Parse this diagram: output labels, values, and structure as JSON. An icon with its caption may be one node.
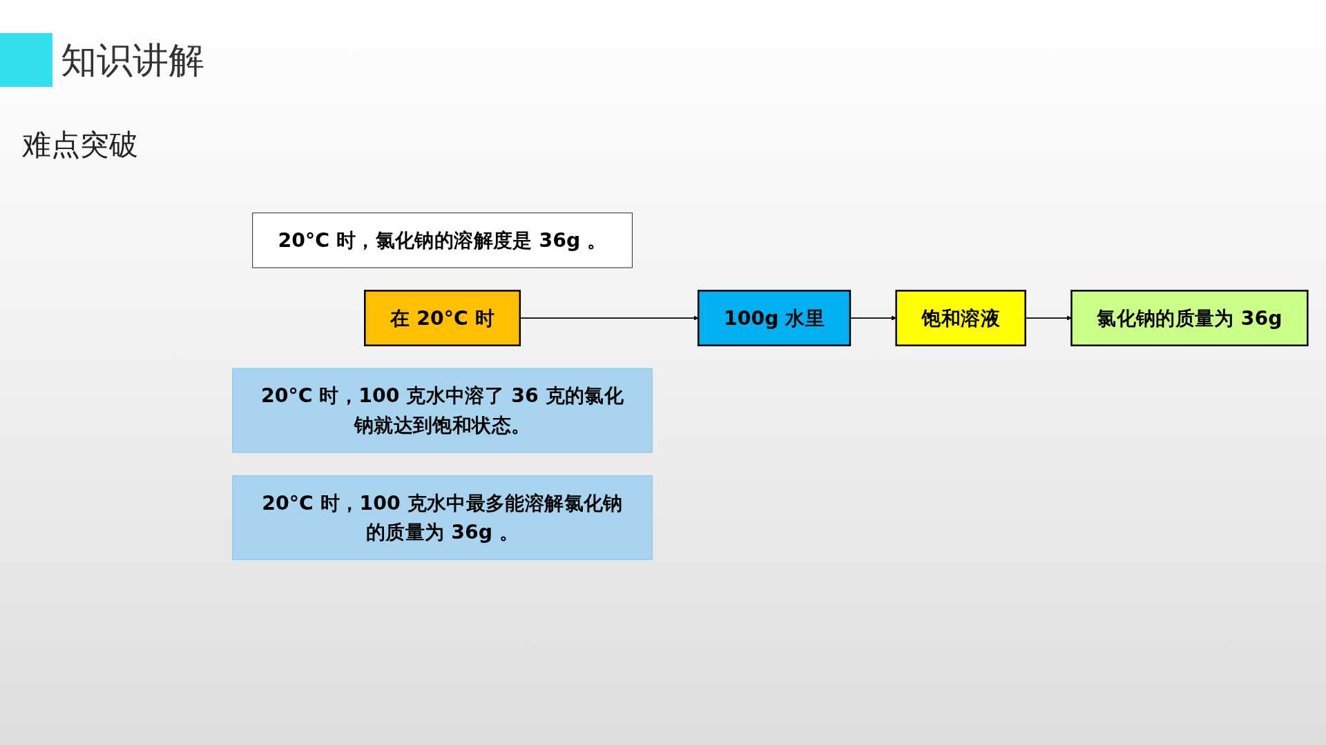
{
  "diagram": {
    "title": "知识讲解",
    "nodes": [
      {
        "text": [
          "20°C 时，氯化钠的溶解度是 36g 。"
        ]
      },
      {
        "text": [
          "在 20°C 时"
        ]
      },
      {
        "text": [
          "饱和溶液"
        ]
      },
      {
        "text": [
          "氯化钠的质量为 36g"
        ]
      },
      {
        "text": [
          "100g 水里"
        ]
      },
      {
        "text": [
          "20°C 时，100 克水中溶了 36 克的氯化钠就达到饱和状态。"
        ]
      },
      {
        "text": [
          "20°C 时，100 克水中最多能溶解氯化钠的质量为 36g 。"
        ]
      }
    ],
    "edges": [
      {
        "from": 1,
        "to": 4,
        "arrow": "to"
      },
      {
        "from": 4,
        "to": 2,
        "arrow": "to"
      },
      {
        "from": 2,
        "to": 3,
        "arrow": "to"
      }
    ],
    "labels": [
      "难点突破"
    ]
  }
}
